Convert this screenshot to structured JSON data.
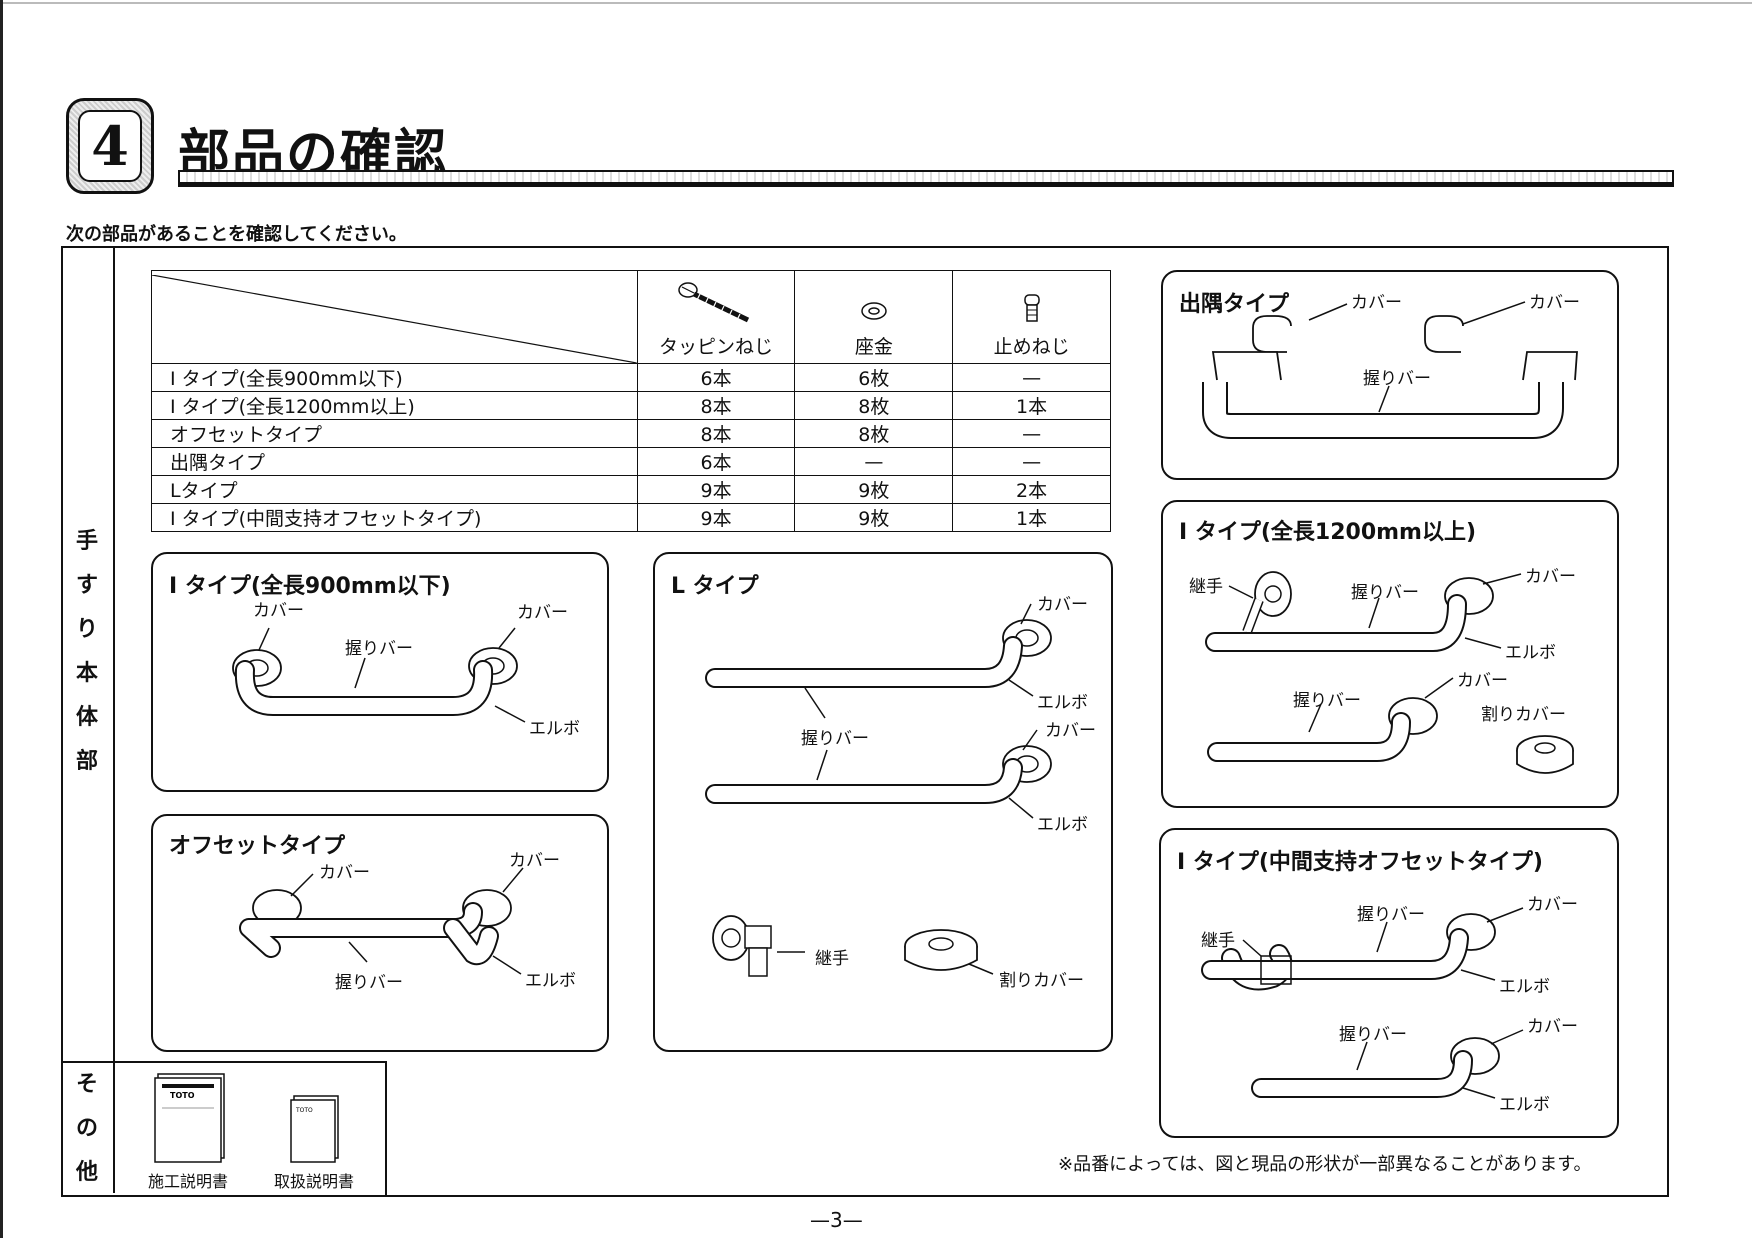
{
  "section": {
    "number": "4",
    "title": "部品の確認"
  },
  "intro": "次の部品があることを確認してください。",
  "side_labels": {
    "main": [
      "手",
      "す",
      "り",
      "本",
      "体",
      "部"
    ],
    "other": [
      "そ",
      "の",
      "他"
    ]
  },
  "table": {
    "columns": [
      "タッピンねじ",
      "座金",
      "止めねじ"
    ],
    "rows": [
      {
        "type": "I タイプ(全長900mm以下)",
        "values": [
          "6本",
          "6枚",
          "—"
        ]
      },
      {
        "type": "I タイプ(全長1200mm以上)",
        "values": [
          "8本",
          "8枚",
          "1本"
        ]
      },
      {
        "type": "オフセットタイプ",
        "values": [
          "8本",
          "8枚",
          "—"
        ]
      },
      {
        "type": "出隅タイプ",
        "values": [
          "6本",
          "—",
          "—"
        ]
      },
      {
        "type": "Lタイプ",
        "values": [
          "9本",
          "9枚",
          "2本"
        ]
      },
      {
        "type": "I タイプ(中間支持オフセットタイプ)",
        "values": [
          "9本",
          "9枚",
          "1本"
        ]
      }
    ]
  },
  "boxes": {
    "i900": {
      "title": "I タイプ(全長900mm以下)",
      "cover_l": "カバー",
      "cover_r": "カバー",
      "bar": "握りバー",
      "elbow": "エルボ"
    },
    "offset": {
      "title": "オフセットタイプ",
      "cover_l": "カバー",
      "cover_r": "カバー",
      "bar": "握りバー",
      "elbow": "エルボ"
    },
    "l": {
      "title": "L タイプ",
      "cover1": "カバー",
      "elbow1": "エルボ",
      "cover2": "カバー",
      "elbow2": "エルボ",
      "bar": "握りバー",
      "joint": "継手",
      "split_cover": "割りカバー"
    },
    "corner": {
      "title": "出隅タイプ",
      "cover_l": "カバー",
      "cover_r": "カバー",
      "bar": "握りバー"
    },
    "i1200": {
      "title": "I タイプ(全長1200mm以上)",
      "joint": "継手",
      "bar1": "握りバー",
      "cover1": "カバー",
      "elbow": "エルボ",
      "bar2": "握りバー",
      "cover2": "カバー",
      "split_cover": "割りカバー"
    },
    "mid": {
      "title": "I タイプ(中間支持オフセットタイプ)",
      "joint": "継手",
      "bar1": "握りバー",
      "cover1": "カバー",
      "elbow1": "エルボ",
      "bar2": "握りバー",
      "cover2": "カバー",
      "elbow2": "エルボ"
    }
  },
  "other": {
    "doc1": "施工説明書",
    "doc2": "取扱説明書",
    "brand": "TOTO"
  },
  "note": "※品番によっては、図と現品の形状が一部異なることがあります。",
  "page_number": "—3—"
}
